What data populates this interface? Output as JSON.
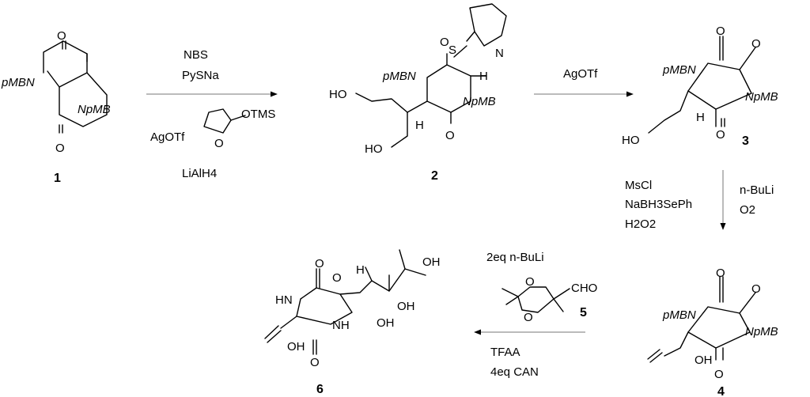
{
  "compounds": {
    "c1": {
      "number": "1",
      "labels": {
        "o_top": "O",
        "o_bottom": "O",
        "n_left": "pMBN",
        "n_right": "NpMB"
      }
    },
    "c2": {
      "number": "2",
      "labels": {
        "s": "S",
        "n_py": "N",
        "n_left": "pMBN",
        "h_top": "H",
        "ho_top": "HO",
        "n_right": "NpMB",
        "h_bottom": "H",
        "o_top": "O",
        "o_bottom": "O",
        "ho_bottom": "HO"
      }
    },
    "c3": {
      "number": "3",
      "labels": {
        "o_top": "O",
        "o_bridge": "O",
        "n_left": "pMBN",
        "n_right": "NpMB",
        "h": "H",
        "ho": "HO",
        "o_bottom": "O"
      }
    },
    "c4": {
      "number": "4",
      "labels": {
        "o_top": "O",
        "o_bridge": "O",
        "n_left": "pMBN",
        "n_right": "NpMB",
        "oh": "OH",
        "o_bottom": "O"
      }
    },
    "c5": {
      "number": "5",
      "labels": {
        "cho": "CHO",
        "o1": "O",
        "o2": "O"
      }
    },
    "c6": {
      "number": "6",
      "labels": {
        "o_top1": "O",
        "o_top2": "O",
        "h": "H",
        "oh_right": "OH",
        "hn": "HN",
        "oh_mid1": "OH",
        "oh_mid2": "OH",
        "nh": "NH",
        "oh_bottom": "OH",
        "o_bottom": "O"
      }
    }
  },
  "steps": {
    "step1": {
      "reagents": [
        "NBS",
        "PySNa",
        "AgOTf",
        "LiAlH4"
      ],
      "reagent_otms": "OTMS",
      "reagent_o": "O"
    },
    "step2": {
      "reagents": [
        "AgOTf"
      ]
    },
    "step3_left": {
      "reagents": [
        "MsCl",
        "NaBH3SePh",
        "H2O2"
      ]
    },
    "step3_right": {
      "reagents": [
        "n-BuLi",
        "O2"
      ]
    },
    "step4": {
      "reagents_top": [
        "2eq n-BuLi"
      ],
      "reagents_bottom": [
        "TFAA",
        "4eq CAN"
      ]
    }
  }
}
